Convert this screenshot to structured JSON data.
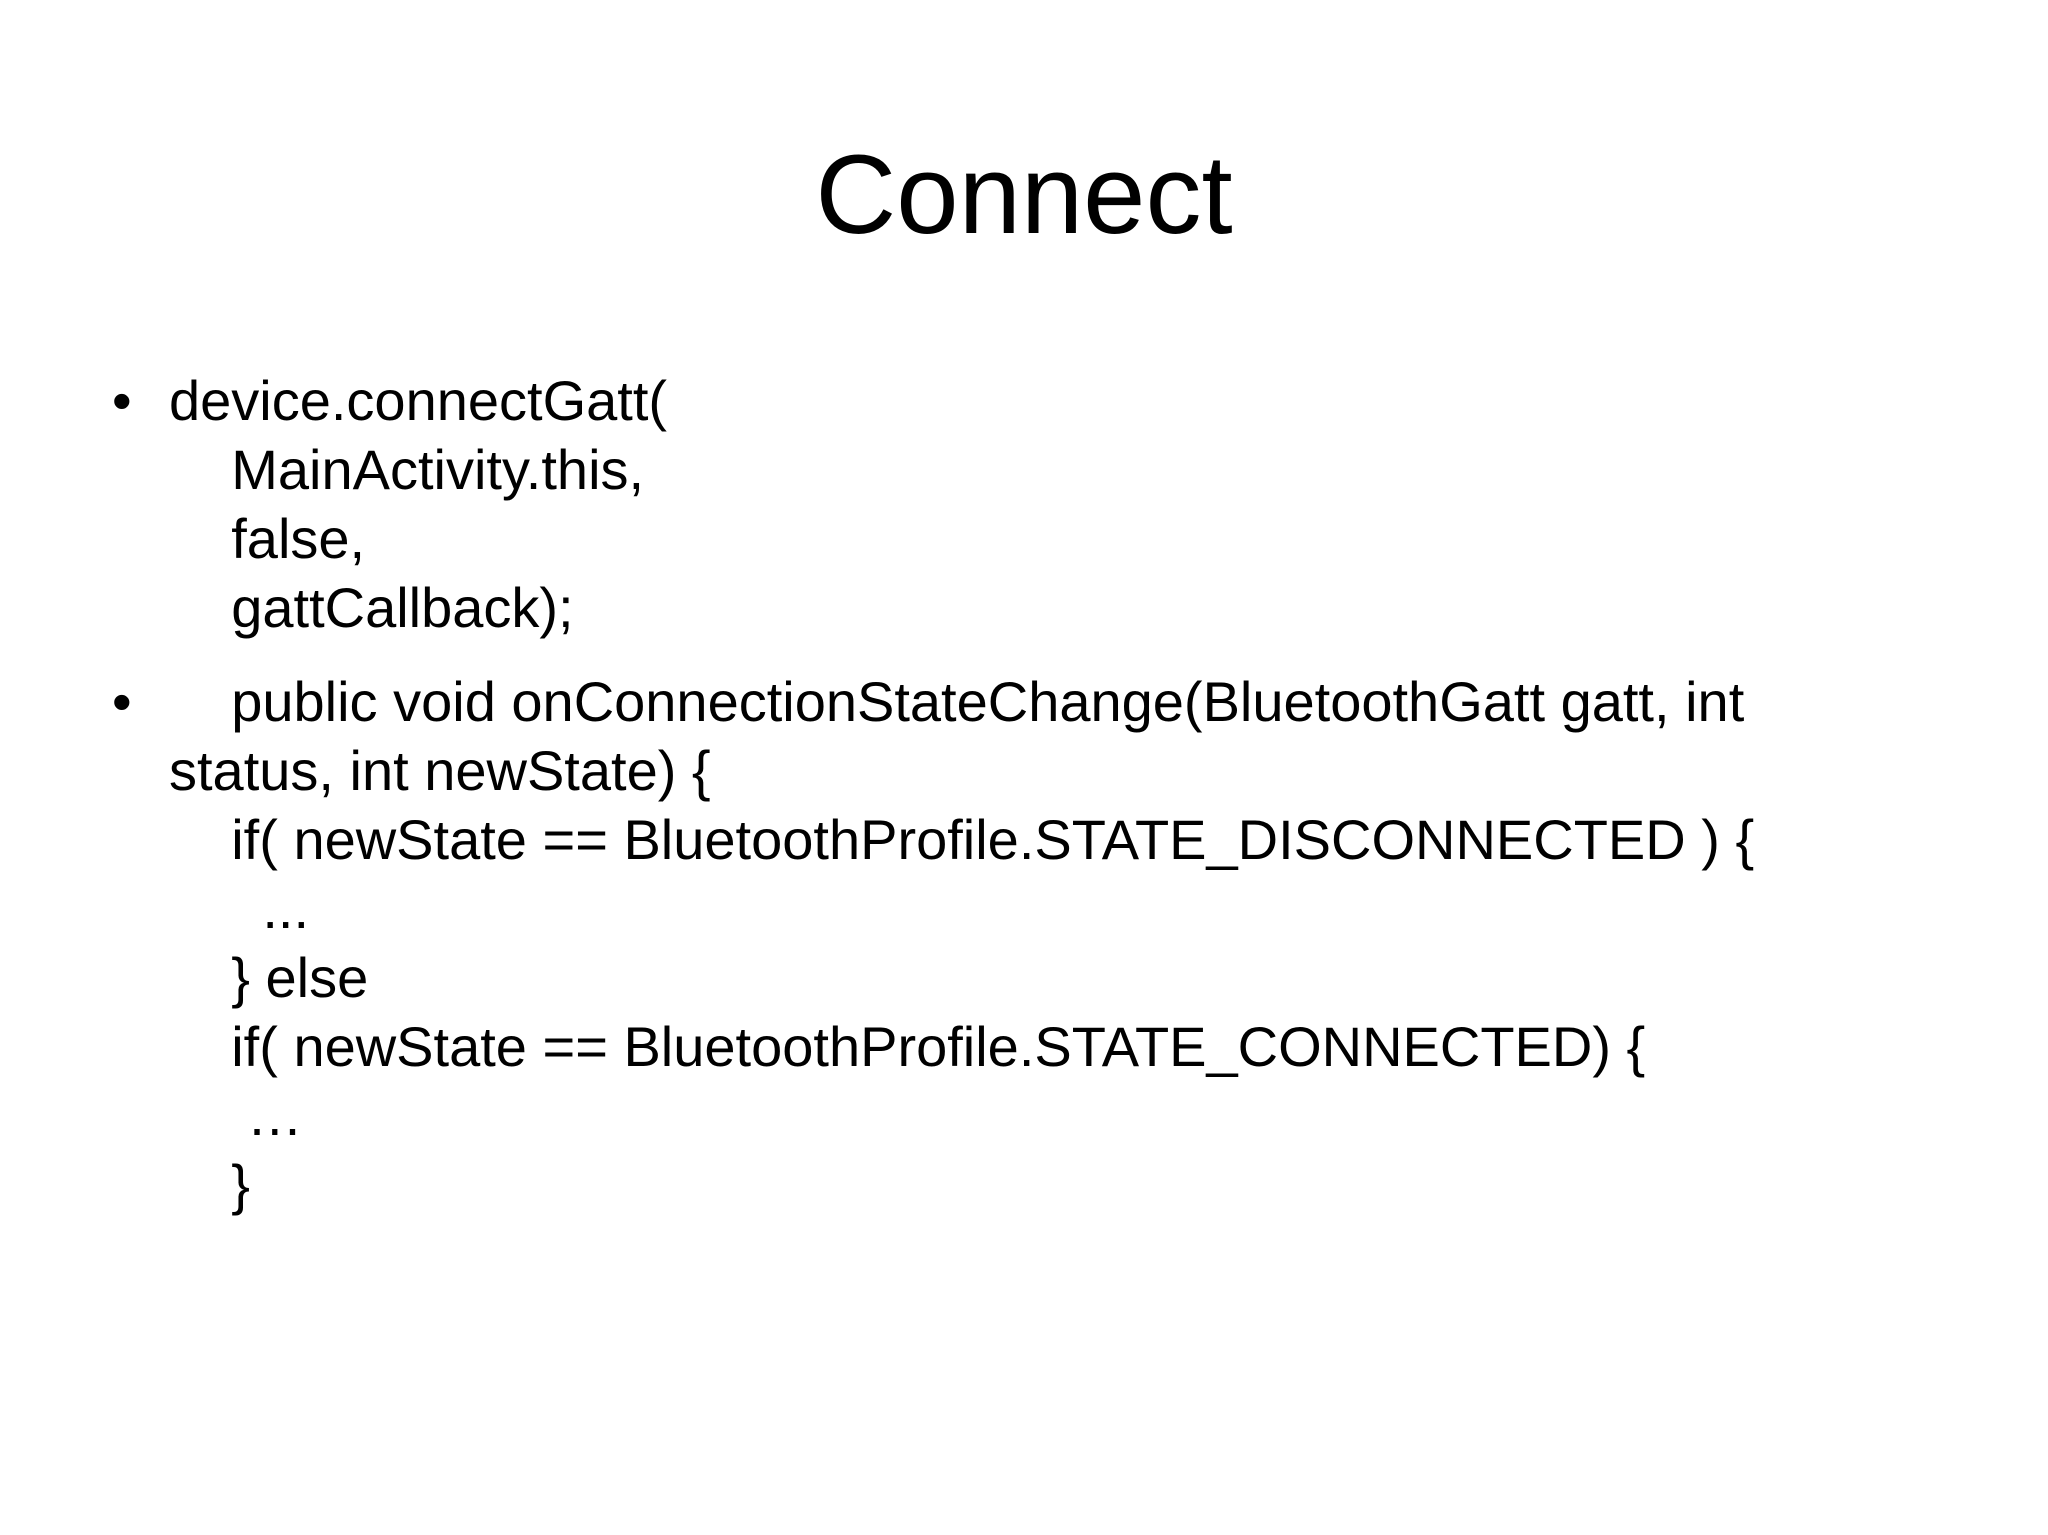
{
  "slide": {
    "title": "Connect",
    "bullet_symbol": "•",
    "bullets": [
      {
        "lines": [
          "device.connectGatt(",
          "    MainActivity.this,",
          "    false,",
          "    gattCallback);"
        ]
      },
      {
        "lines": [
          "    public void onConnectionStateChange(BluetoothGatt gatt, int",
          "status, int newState) {",
          "    if( newState == BluetoothProfile.STATE_DISCONNECTED ) {",
          "      ...",
          "    } else",
          "    if( newState == BluetoothProfile.STATE_CONNECTED) {",
          "     …",
          "    }"
        ]
      }
    ]
  }
}
